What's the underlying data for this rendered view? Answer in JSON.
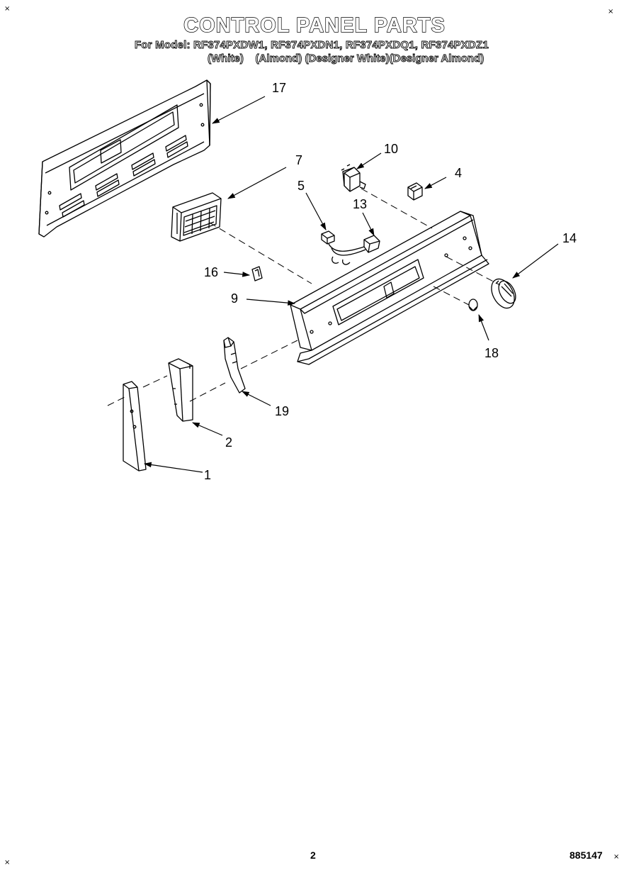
{
  "header": {
    "title": "CONTROL PANEL PARTS",
    "models_line": "For Model: RF374PXDW1, RF374PXDN1, RF374PXDQ1, RF374PXDZ1",
    "variants_line": "(White)    (Almond) (Designer White)(Designer Almond)"
  },
  "callouts": [
    "17",
    "7",
    "10",
    "4",
    "5",
    "13",
    "14",
    "16",
    "9",
    "18",
    "19",
    "2",
    "1"
  ],
  "footer": {
    "page_number": "2",
    "doc_number": "885147"
  },
  "registration_marks": [
    "×",
    "×",
    "×",
    "×"
  ]
}
